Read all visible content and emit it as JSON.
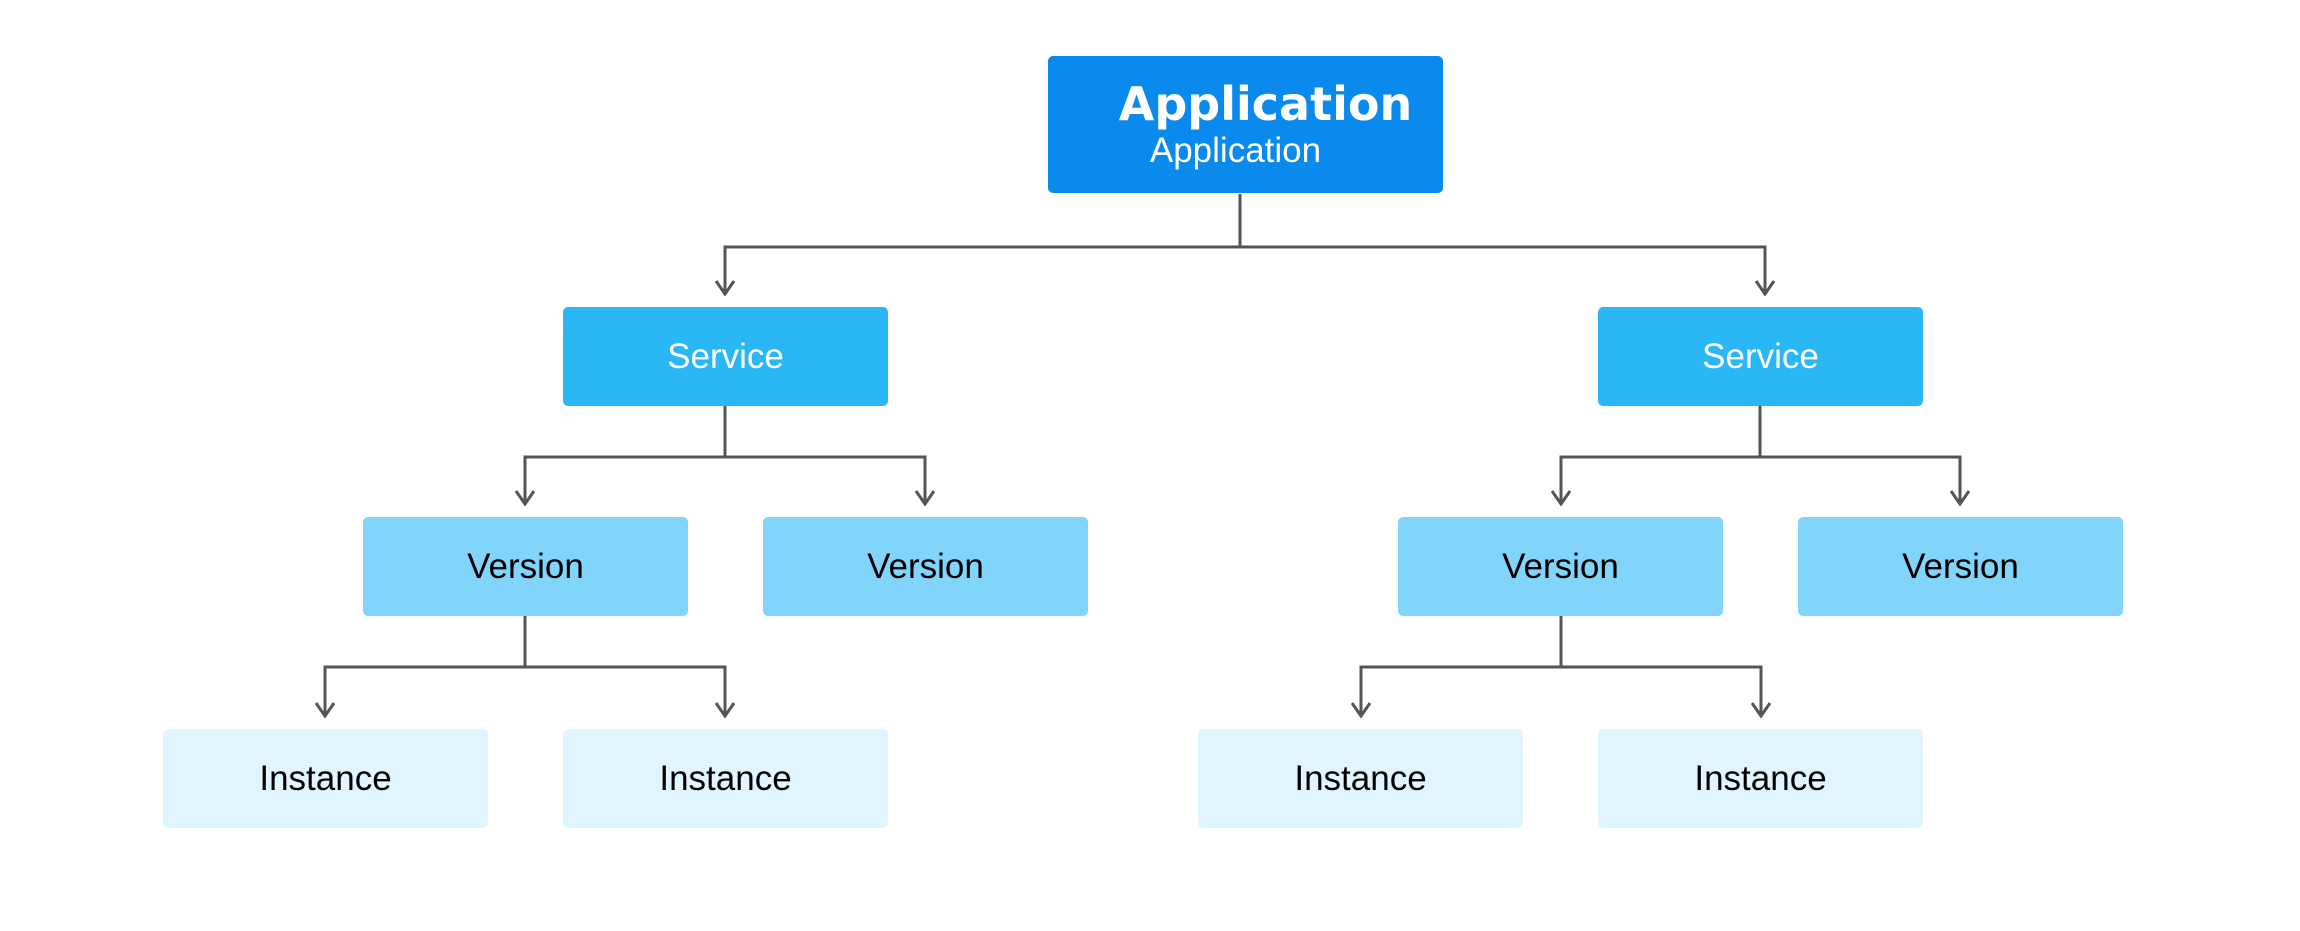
{
  "nodes": {
    "app": {
      "title": "Application",
      "subtitle": "Application"
    },
    "service_left": {
      "label": "Service"
    },
    "service_right": {
      "label": "Service"
    },
    "version_1": {
      "label": "Version"
    },
    "version_2": {
      "label": "Version"
    },
    "version_3": {
      "label": "Version"
    },
    "version_4": {
      "label": "Version"
    },
    "instance_1": {
      "label": "Instance"
    },
    "instance_2": {
      "label": "Instance"
    },
    "instance_3": {
      "label": "Instance"
    },
    "instance_4": {
      "label": "Instance"
    }
  },
  "colors": {
    "application": "#0b8aee",
    "service": "#2ab7f6",
    "version": "#81d4fa",
    "instance": "#e1f5fe",
    "connector": "#555555"
  }
}
